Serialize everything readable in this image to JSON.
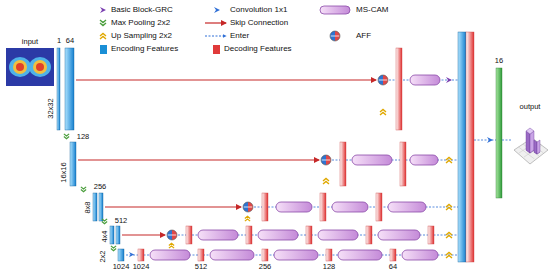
{
  "diagram": {
    "labels": [
      "input",
      "1",
      "64",
      "32x32",
      "128",
      "16x16",
      "256",
      "8x8",
      "512",
      "4x4",
      "2x2",
      "1024",
      "1024",
      "512",
      "256",
      "128",
      "64",
      "16",
      "output"
    ],
    "legend": [
      {
        "text": "Basic Block-GRC"
      },
      {
        "text": "Convolution 1x1"
      },
      {
        "text": "MS-CAM"
      },
      {
        "text": "Max Pooling 2x2"
      },
      {
        "text": "Skip Connection"
      },
      {
        "text": "Up Sampling 2x2"
      },
      {
        "text": "Enter"
      },
      {
        "text": "AFF"
      },
      {
        "text": "Encoding Features",
        "color": "#1a8fd6"
      },
      {
        "text": "Decoding Features",
        "color": "#e03a3a"
      }
    ]
  }
}
